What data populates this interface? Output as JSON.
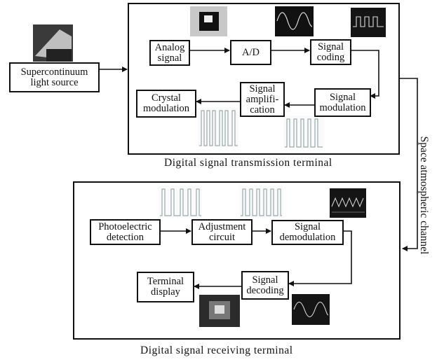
{
  "source": {
    "label": "Supercontinuum\nlight source"
  },
  "transmission": {
    "caption": "Digital signal transmission terminal",
    "analog": "Analog\nsignal",
    "ad": "A/D",
    "coding": "Signal\ncoding",
    "modulation": "Signal\nmodulation",
    "amplification": "Signal\namplifi-\ncation",
    "crystal": "Crystal\nmodulation"
  },
  "channel": {
    "label": "Space atmospheric channel"
  },
  "receiving": {
    "caption": "Digital signal receiving terminal",
    "photo": "Photoelectric\ndetection",
    "adjust": "Adjustment\ncircuit",
    "demod": "Signal\ndemodulation",
    "decoding": "Signal\ndecoding",
    "display": "Terminal\ndisplay"
  }
}
